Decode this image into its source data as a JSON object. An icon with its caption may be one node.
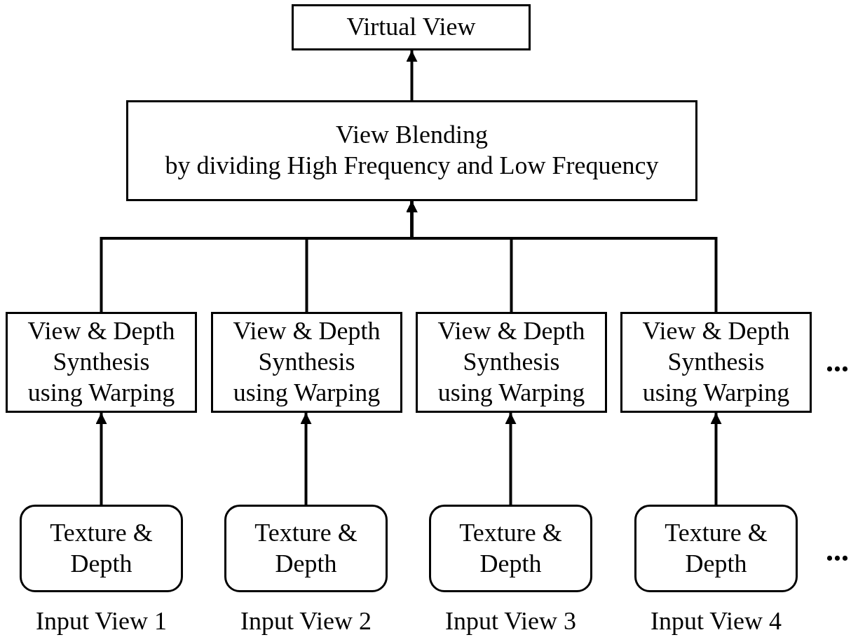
{
  "diagram": {
    "nodes": [
      {
        "text": [
          "Virtual View"
        ]
      },
      {
        "text": [
          "View Blending",
          "by dividing High Frequency and Low Frequency"
        ]
      },
      {
        "text": [
          "View & Depth Synthesis using Warping"
        ]
      },
      {
        "text": [
          "View & Depth Synthesis using Warping"
        ]
      },
      {
        "text": [
          "View & Depth Synthesis using Warping"
        ]
      },
      {
        "text": [
          "View & Depth Synthesis using Warping"
        ]
      },
      {
        "text": [
          "Texture & Depth"
        ],
        "beside": [
          "Input View 1"
        ]
      },
      {
        "text": [
          "Texture & Depth"
        ],
        "beside": [
          "Input View 2"
        ]
      },
      {
        "text": [
          "Texture & Depth"
        ],
        "beside": [
          "Input View 3"
        ]
      },
      {
        "text": [
          "Texture & Depth"
        ],
        "beside": [
          "Input View 4"
        ]
      }
    ],
    "edges": [
      {
        "from": 1,
        "to": 0,
        "arrow": "to"
      },
      {
        "from": 2,
        "to": 1,
        "arrow": "to"
      },
      {
        "from": 3,
        "to": 1,
        "arrow": "to"
      },
      {
        "from": 4,
        "to": 1,
        "arrow": "to"
      },
      {
        "from": 5,
        "to": 1,
        "arrow": "to"
      },
      {
        "from": 6,
        "to": 2,
        "arrow": "to"
      },
      {
        "from": 7,
        "to": 3,
        "arrow": "to"
      },
      {
        "from": 8,
        "to": 4,
        "arrow": "to"
      },
      {
        "from": 9,
        "to": 5,
        "arrow": "to"
      }
    ],
    "labels": [
      "...",
      "..."
    ]
  }
}
